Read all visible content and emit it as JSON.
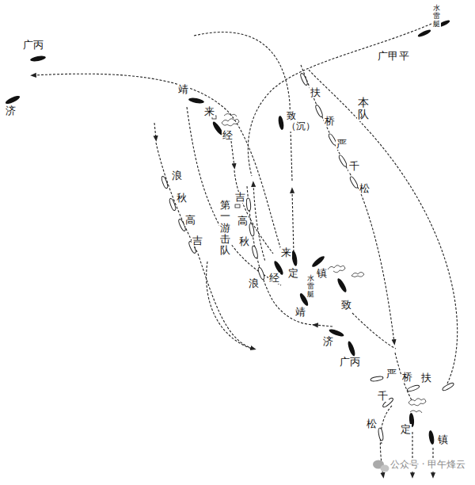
{
  "diagram": {
    "labels": [
      "水雷艇",
      "广甲",
      "平",
      "广丙",
      "济",
      "靖",
      "来",
      "经",
      "扶",
      "桥",
      "本队",
      "严",
      "千",
      "松",
      "致（沉）",
      "浪",
      "秋",
      "高",
      "吉",
      "第一游击队",
      "吉",
      "高",
      "秋",
      "浪",
      "来",
      "经",
      "定",
      "水雷艇",
      "镇",
      "靖",
      "致",
      "济",
      "广丙",
      "严",
      "桥",
      "扶",
      "千",
      "松",
      "定",
      "镇",
      "公众号 · 甲午烽云"
    ]
  }
}
